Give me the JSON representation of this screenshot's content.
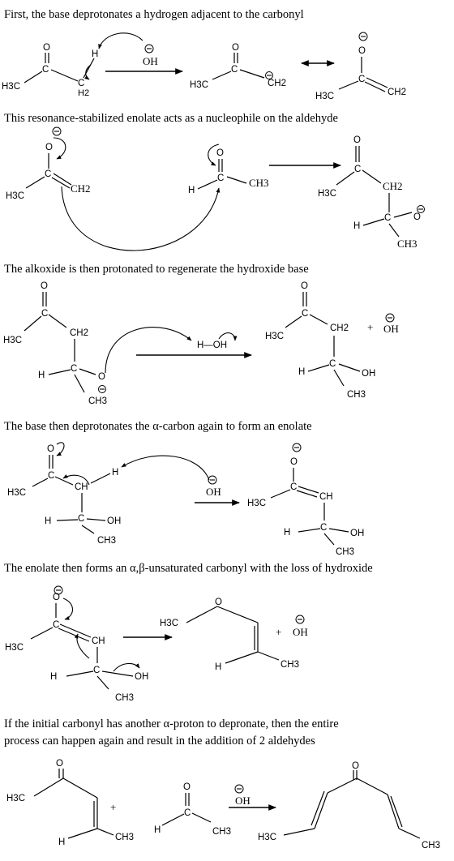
{
  "captions": {
    "step1": "First, the base deprotonates a hydrogen adjacent to the carbonyl",
    "step2": "This resonance-stabilized enolate acts as a nucleophile on the aldehyde",
    "step3": "The alkoxide is then protonated to regenerate the hydroxide base",
    "step4": "The base then deprotonates the α-carbon again to form an enolate",
    "step5": "The enolate then forms an α,β-unsaturated carbonyl with the loss of hydroxide",
    "step6_line1": "If the initial carbonyl has another α-proton to depronate, then the entire",
    "step6_line2": "process can happen again and result in the addition of 2 aldehydes"
  },
  "atoms": {
    "O": "O",
    "C": "C",
    "H": "H",
    "OH": "OH",
    "H3C": "H3C",
    "CH2": "CH2",
    "CH3": "CH3",
    "CH": "CH",
    "H2": "H2",
    "H_OH": "H—OH",
    "plus": "+"
  },
  "icons": [
    "negative-charge-icon",
    "reaction-arrow-icon",
    "resonance-arrow-icon",
    "curved-electron-arrow-icon"
  ]
}
